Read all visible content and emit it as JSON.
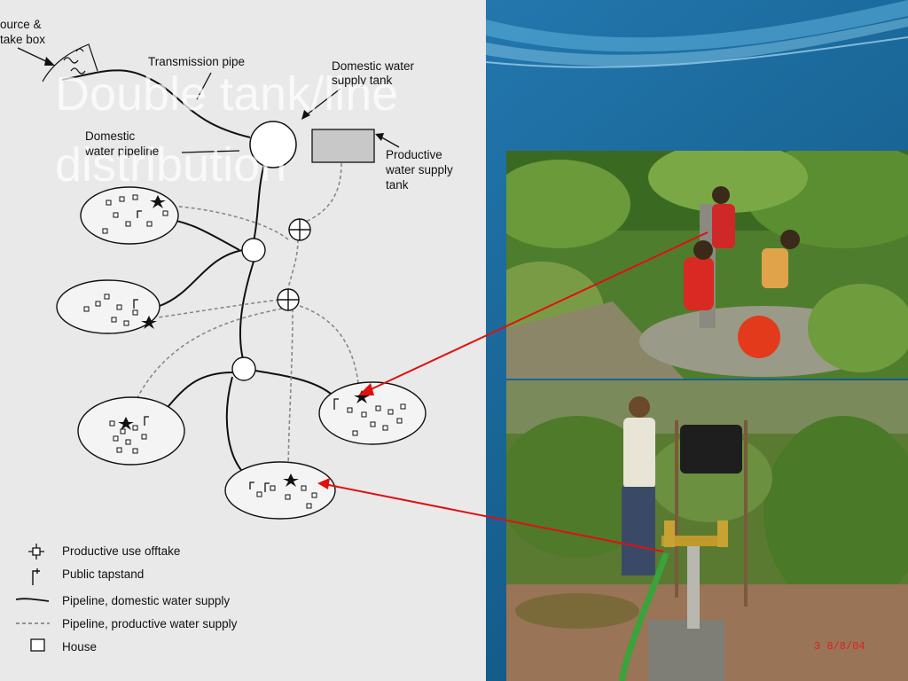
{
  "diagram": {
    "label_source": "ource &",
    "label_intake": "take box",
    "label_transmission": "Transmission pipe",
    "label_domestic_tank_1": "Domestic water",
    "label_domestic_tank_2": "supply tank",
    "label_domestic_pipeline_1": "Domestic",
    "label_domestic_pipeline_2": "water pipeline",
    "label_productive_tank_1": "Productive",
    "label_productive_tank_2": "water supply",
    "label_productive_tank_3": "tank"
  },
  "legend": {
    "items": [
      {
        "label": "Productive use offtake",
        "icon": "offtake-icon"
      },
      {
        "label": "Public tapstand",
        "icon": "tapstand-icon"
      },
      {
        "label": "Pipeline, domestic water supply",
        "icon": "solid-line-icon"
      },
      {
        "label": "Pipeline, productive water supply",
        "icon": "dashed-line-icon"
      },
      {
        "label": "House",
        "icon": "house-icon"
      }
    ]
  },
  "title": {
    "line1": "Double tank/line",
    "line2": "distribution"
  },
  "photos": {
    "date_stamp": "3  8/8/04"
  },
  "colors": {
    "slide_blue": "#1f6fa3",
    "panel_gray": "#e9e9e9",
    "arrow_red": "#e01010"
  }
}
